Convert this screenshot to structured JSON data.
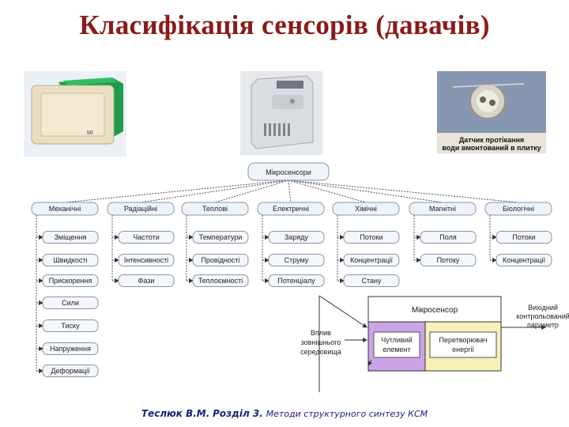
{
  "title": "Класифікація сенсорів (давачів)",
  "photos": {
    "leak_caption_line1": "Датчик протікання",
    "leak_caption_line2": "води вмонтований в плитку"
  },
  "root": "Мікросенсори",
  "categories": [
    {
      "label": "Механічні",
      "items": [
        "Зміщення",
        "Швидкості",
        "Прискорення",
        "Сили",
        "Тиску",
        "Напруження",
        "Деформації"
      ]
    },
    {
      "label": "Радіаційні",
      "items": [
        "Частоти",
        "Інтенсивності",
        "Фази"
      ]
    },
    {
      "label": "Теплові",
      "items": [
        "Температури",
        "Провідності",
        "Теплоємності"
      ]
    },
    {
      "label": "Електричні",
      "items": [
        "Заряду",
        "Струму",
        "Потенціалу"
      ]
    },
    {
      "label": "Хімічні",
      "items": [
        "Потоки",
        "Концентрації",
        "Стану"
      ]
    },
    {
      "label": "Магнітні",
      "items": [
        "Поля",
        "Потоку"
      ]
    },
    {
      "label": "Біологічні",
      "items": [
        "Потоки",
        "Концентрації"
      ]
    }
  ],
  "scheme": {
    "header": "Мікросенсор",
    "sensitive_line1": "Чутливий",
    "sensitive_line2": "елемент",
    "converter_line1": "Перетворювач",
    "converter_line2": "енергії",
    "influence_line1": "Вплив",
    "influence_line2": "зовнішнього",
    "influence_line3": "середовища",
    "output_line1": "Вихідний",
    "output_line2": "контрольований",
    "output_line3": "параметр"
  },
  "footer": {
    "author": "Теслюк В.М.",
    "section": "Розділ 3.",
    "topic": "Методи структурного синтезу КСМ"
  },
  "colors": {
    "title": "#8b1a1a",
    "sensitive_fill": "#c9a4e6",
    "converter_fill": "#f5f0b8",
    "footer": "#1a237e"
  }
}
